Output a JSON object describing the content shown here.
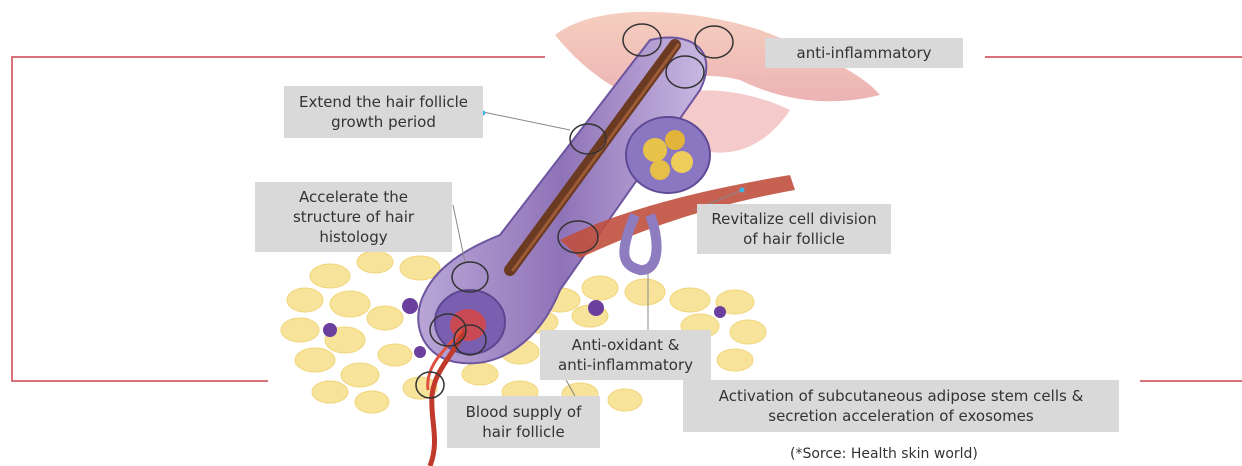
{
  "labels": {
    "anti_inflammatory_top": "anti-inflammatory",
    "extend_growth": "Extend the hair follicle\ngrowth period",
    "accelerate_structure": "Accelerate the\nstructure of hair\nhistology",
    "revitalize_division": "Revitalize cell division\nof hair follicle",
    "antioxidant": "Anti-oxidant &\nanti-inflammatory",
    "blood_supply": "Blood supply of\nhair follicle",
    "adipose_activation": "Activation of subcutaneous adipose stem cells &\nsecretion acceleration of exosomes"
  },
  "source_note": "(*Sorce:  Health skin world)",
  "colors": {
    "bracket": "#d9707a",
    "label_bg": "#d9d9d9",
    "fat_cell": "#f7e39a",
    "purple_cell": "#6a3f9e",
    "follicle": "#8a6fb0",
    "hair_shaft": "#6b3a22",
    "blood": "#c0392b"
  }
}
